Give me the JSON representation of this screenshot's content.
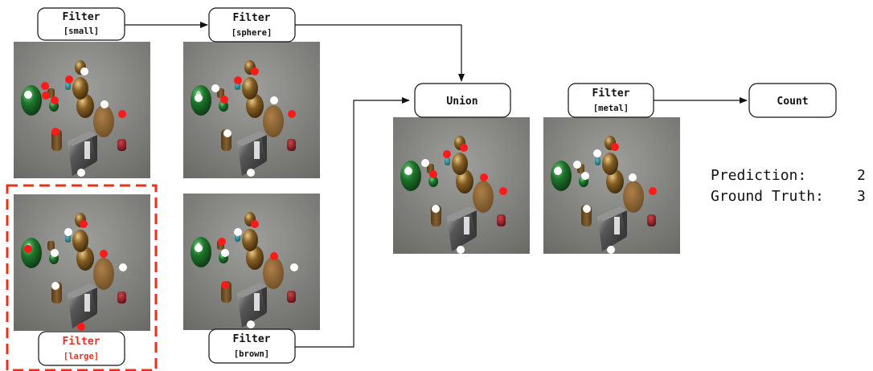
{
  "nodes": {
    "filter_small": {
      "title": "Filter",
      "arg": "[small]"
    },
    "filter_sphere": {
      "title": "Filter",
      "arg": "[sphere]"
    },
    "filter_large": {
      "title": "Filter",
      "arg": "[large]"
    },
    "filter_brown": {
      "title": "Filter",
      "arg": "[brown]"
    },
    "union": {
      "title": "Union"
    },
    "filter_metal": {
      "title": "Filter",
      "arg": "[metal]"
    },
    "count": {
      "title": "Count"
    }
  },
  "result": {
    "prediction_label": "Prediction:",
    "prediction_value": "2",
    "ground_truth_label": "Ground Truth:",
    "ground_truth_value": "3"
  },
  "colors": {
    "highlight": "#e8321e",
    "attention_dot": "#ff1a1a",
    "scene_floor": "#8e8e8b"
  }
}
